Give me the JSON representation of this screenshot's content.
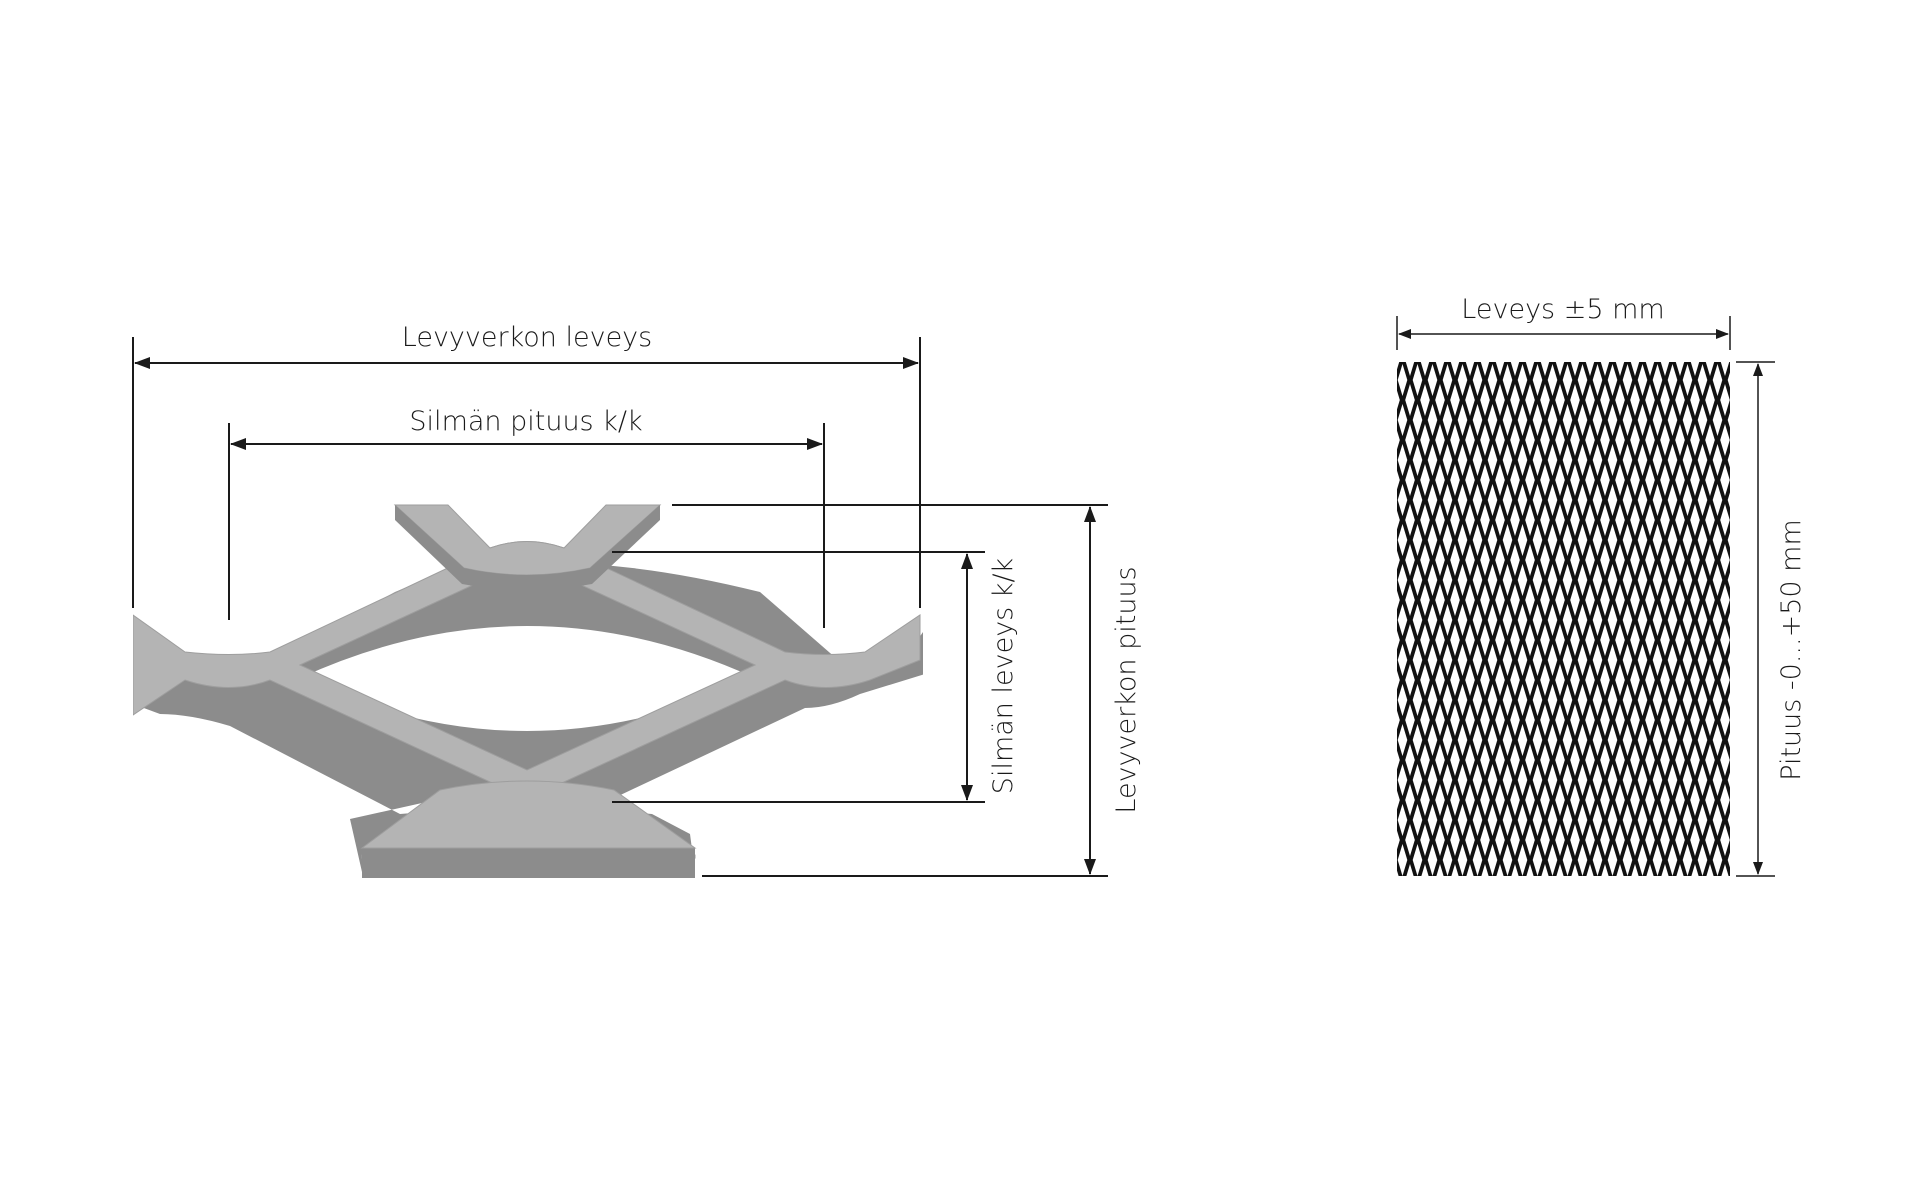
{
  "diagram": {
    "labels": {
      "sheet_width": "Levyverkon leveys",
      "mesh_length": "Silmän pituus k/k",
      "mesh_width": "Silmän leveys k/k",
      "sheet_length": "Levyverkon pituus",
      "width_tolerance": "Leveys ±5 mm",
      "length_tolerance": "Pituus -0...+50 mm"
    },
    "colors": {
      "mesh_face": "#b4b4b4",
      "mesh_side": "#8c8c8c",
      "mesh_edge": "#9e9e9e",
      "line": "#1a1a1a",
      "sample_fill": "#111111",
      "sample_hole": "#ffffff"
    }
  }
}
